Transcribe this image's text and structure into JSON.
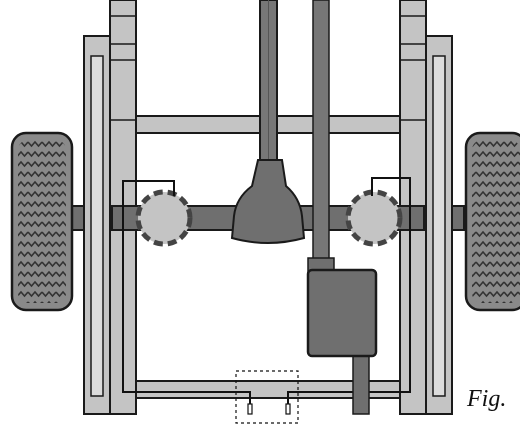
{
  "figure": {
    "caption": "Fig.",
    "subject": "chassis-top-view",
    "colors": {
      "frame_fill": "#c4c4c4",
      "frame_inner": "#dcdcdc",
      "outline": "#1a1a1a",
      "dark_part": "#6f6f6f",
      "column": "#777777",
      "tire": "#8a8a8a",
      "tire_tread": "#3a3a3a",
      "wire": "#111111"
    },
    "parts": {
      "left_wheel": "tire",
      "right_wheel": "tire",
      "axle": "axle",
      "differential": "differential-housing",
      "left_hub": "brake-hub",
      "right_hub": "brake-hub",
      "tank": "cylinder-tank",
      "connector": "dashed-connector-box"
    }
  }
}
